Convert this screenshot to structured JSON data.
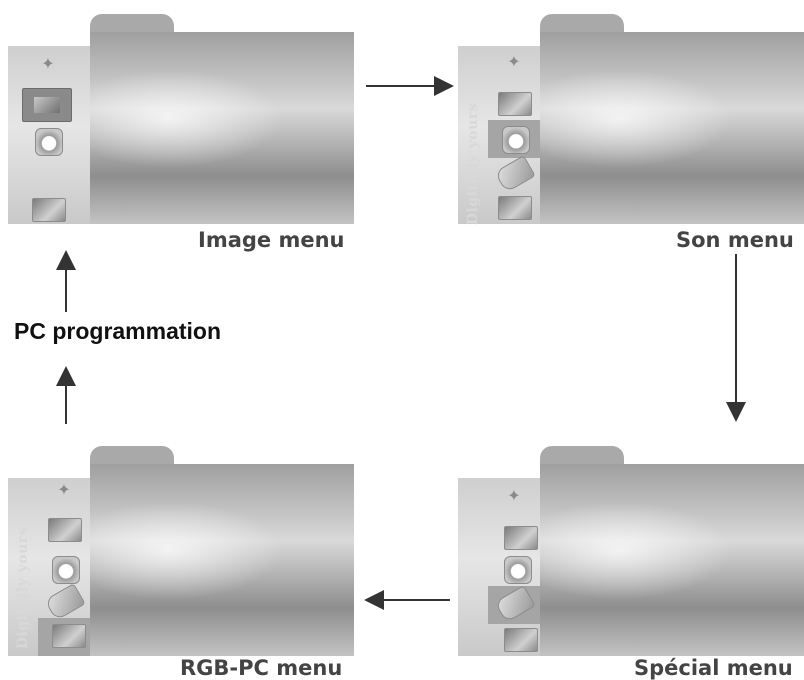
{
  "menus": {
    "image": {
      "caption": "Image menu"
    },
    "son": {
      "caption": "Son menu",
      "side_text": "Digitally yours"
    },
    "special": {
      "caption": "Spécial menu"
    },
    "rgbpc": {
      "caption": "RGB-PC menu",
      "side_text": "Digitally yours"
    }
  },
  "pc_label": "PC programmation",
  "colors": {
    "arrow": "#333333",
    "caption": "#444444",
    "panel": "#b0b0b0"
  },
  "icons": [
    "tool-icon",
    "picture-icon",
    "sound-icon",
    "tag-icon",
    "pc-icon"
  ]
}
